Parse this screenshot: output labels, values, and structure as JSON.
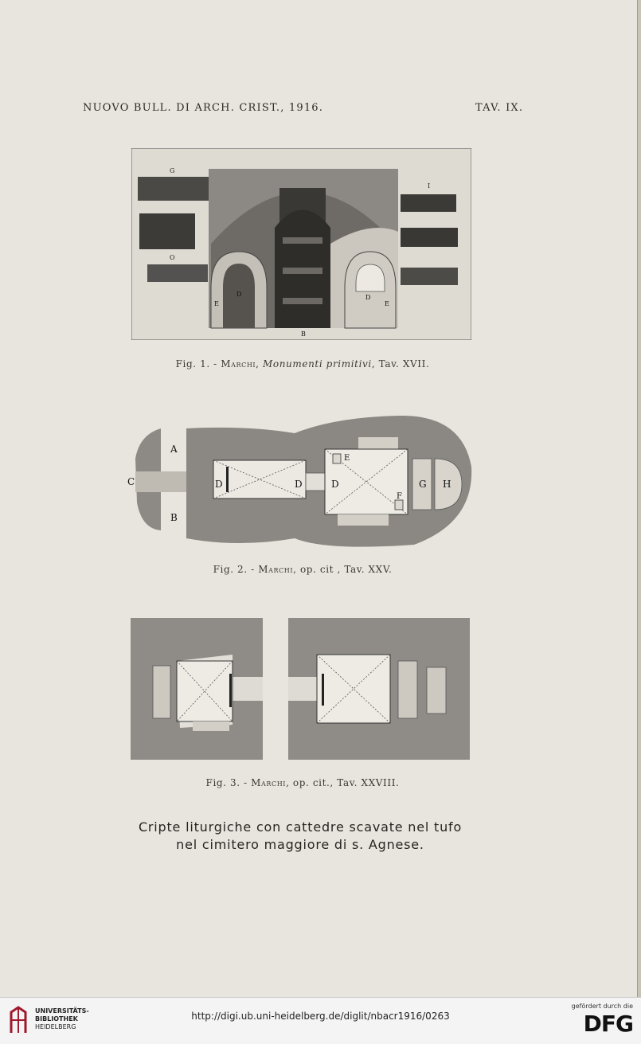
{
  "header": {
    "left": "NUOVO BULL. DI ARCH. CRIST., 1916.",
    "right": "TAV. IX."
  },
  "figure1": {
    "labels": {
      "g": "G",
      "i": "I",
      "o": "O",
      "e_left": "E",
      "d_left": "D",
      "d_right": "D",
      "e_right": "E",
      "b": "B"
    },
    "caption": {
      "prefix": "Fig. 1. - ",
      "author": "Marchi",
      "sep": ", ",
      "title": "Monumenti primitivi",
      "suffix": ", Tav. XVII."
    }
  },
  "figure2": {
    "labels": {
      "a": "A",
      "b": "B",
      "c": "C",
      "d1": "D",
      "d2": "D",
      "d3": "D",
      "e": "E",
      "f": "F",
      "g": "G",
      "h": "H"
    },
    "caption": {
      "prefix": "Fig. 2. - ",
      "author": "Marchi",
      "suffix": ", op. cit , Tav. XXV."
    }
  },
  "figure3": {
    "caption": {
      "prefix": "Fig. 3. - ",
      "author": "Marchi",
      "suffix": ", op. cit., Tav. XXVIII."
    }
  },
  "plate_title": {
    "line1": "Cripte liturgiche con cattedre scavate nel tufo",
    "line2": "nel cimitero maggiore di s. Agnese."
  },
  "footer": {
    "institution_line1": "UNIVERSITÄTS-",
    "institution_line2": "BIBLIOTHEK",
    "institution_line3": "HEIDELBERG",
    "url": "http://digi.ub.uni-heidelberg.de/diglit/nbacr1916/0263",
    "funding_note": "gefördert durch die",
    "funder_logo": "DFG"
  }
}
